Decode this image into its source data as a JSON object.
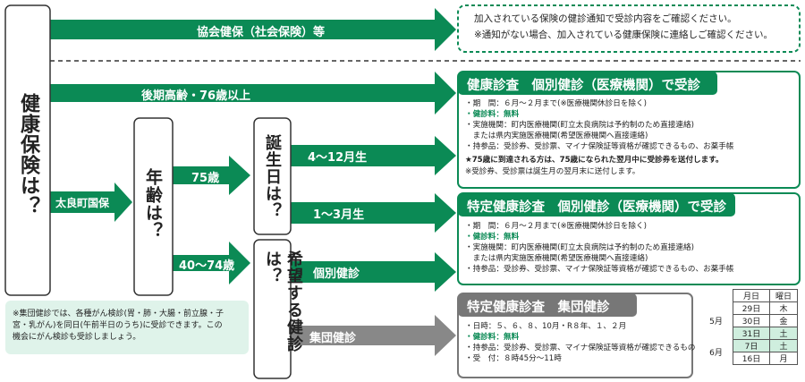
{
  "colors": {
    "green": "#0b8a55",
    "gray": "#777777",
    "note_bg": "#dff3ea"
  },
  "question_insurance": "健康保険は？",
  "question_age": "年齢は？",
  "question_birthday": "誕生日は？",
  "question_choice": "希望する健診は？",
  "arrows": {
    "kyokai": "協会健保（社会保険）等",
    "kouki": "後期高齢・76歳以上",
    "tarachou": "太良町国保",
    "age75": "75歳",
    "age4074": "40～74歳",
    "apr_dec": "4～12月生",
    "jan_mar": "1～3月生",
    "kobetsu": "個別健診",
    "shudan": "集団健診"
  },
  "kyokai_box": {
    "line1": "加入されている保険の健診通知で受診内容をご確認ください。",
    "line2": "※通知がない場合、加入されている健康保険に連絡しご確認ください。"
  },
  "box1": {
    "title": "健康診査　個別健診（医療機関）で受診",
    "period": "・期　間：６月～２月まで(※医療機関休診日を除く)",
    "fee": "・健診料：無料",
    "place1": "・実施機関：町内医療機関(町立太良病院は予約制のため直接連絡)",
    "place2": "　または県内実施医療機関(希望医療機関へ直接連絡)",
    "items": "・持参品：受診券、受診票、マイナ保険証等資格が確認できるもの、お薬手帳",
    "note1": "★75歳に到達される方は、75歳になられた翌月中に受診券を送付します。",
    "note2": "※受診券、受診票は誕生月の翌月末に送付します。"
  },
  "box2": {
    "title": "特定健康診査　個別健診（医療機関）で受診",
    "period": "・期　間：６月～２月まで(※医療機関休診日を除く)",
    "fee": "・健診料：無料",
    "place1": "・実施機関：町内医療機関(町立太良病院は予約制のため直接連絡)",
    "place2": "　または県内実施医療機関(希望医療機関へ直接連絡)",
    "items": "・持参品：受診券、受診票、マイナ保険証等資格が確認できるもの、お薬手帳"
  },
  "box3": {
    "title": "特定健康診査　集団健診",
    "dates": "・日時：５、６、８、10月・R８年、１、２月",
    "fee": "・健診料：無料",
    "items": "・持参品：受診券、受診票、マイナ保険証等資格が確認できるもの",
    "reception": "・受　付：８時45分～11時"
  },
  "calendar": {
    "header_date": "月日",
    "header_day": "曜日",
    "rows": [
      {
        "month": "5月",
        "date": "29日",
        "day": "木",
        "hl": false
      },
      {
        "month": "",
        "date": "30日",
        "day": "金",
        "hl": false
      },
      {
        "month": "",
        "date": "31日",
        "day": "土",
        "hl": true
      },
      {
        "month": "6月",
        "date": "7日",
        "day": "土",
        "hl": true
      },
      {
        "month": "",
        "date": "16日",
        "day": "月",
        "hl": false
      }
    ]
  },
  "note": {
    "line1": "※集団健診では、各種がん検診(胃・肺・大腸・前立腺・子",
    "line2": "宮・乳がん)を同日(午前半日のうち)に受診できます。この",
    "line3": "機会にがん検診も受診しましょう。"
  }
}
